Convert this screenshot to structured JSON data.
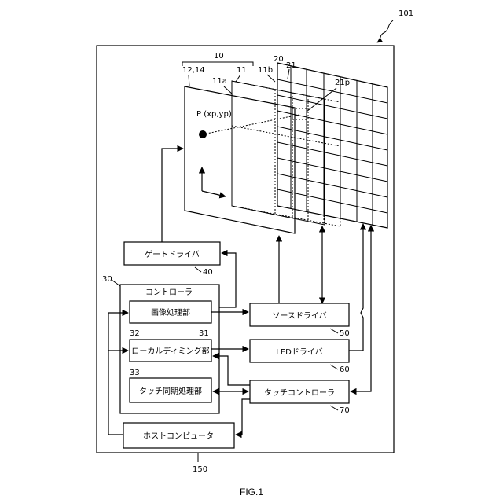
{
  "figure_label": "FIG.1",
  "refs": {
    "r101": "101",
    "r10": "10",
    "r12_14": "12,14",
    "r11a": "11a",
    "r11": "11",
    "r11b": "11b",
    "r20": "20",
    "r21": "21",
    "r21p": "21p",
    "r30": "30",
    "r31": "31",
    "r32": "32",
    "r33": "33",
    "r40": "40",
    "r50": "50",
    "r60": "60",
    "r70": "70",
    "r150": "150"
  },
  "point_label": "P (xp,yp)",
  "blocks": {
    "gate_driver": "ゲートドライバ",
    "controller": "コントローラ",
    "image_proc": "画像処理部",
    "local_dimming": "ローカルディミング部",
    "touch_sync": "タッチ同期処理部",
    "source_driver": "ソースドライバ",
    "led_driver": "LEDドライバ",
    "touch_controller": "タッチコントローラ",
    "host": "ホストコンピュータ"
  }
}
